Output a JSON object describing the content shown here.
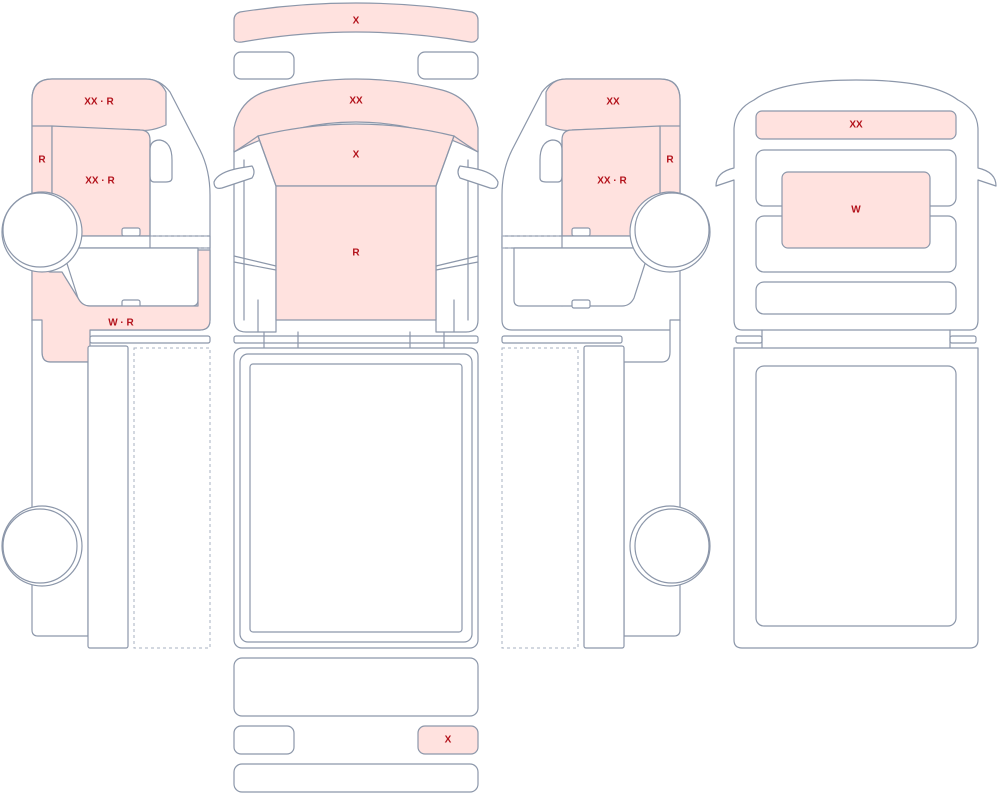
{
  "marks": {
    "roof_top": "X",
    "left_front_door_upper": "XX · R",
    "left_front_pillar": "R",
    "left_front_door_main": "XX · R",
    "left_sill": "W · R",
    "hood_front": "XX",
    "hood_mid": "X",
    "hood_main": "R",
    "right_front_door_upper": "XX",
    "right_front_pillar": "R",
    "right_front_door_main": "XX · R",
    "rear_top": "XX",
    "rear_window": "W",
    "bottom_small_right": "X"
  },
  "colors": {
    "damage_fill": "#ffe2df",
    "outline": "#8c97aa",
    "label": "#b3121b"
  }
}
